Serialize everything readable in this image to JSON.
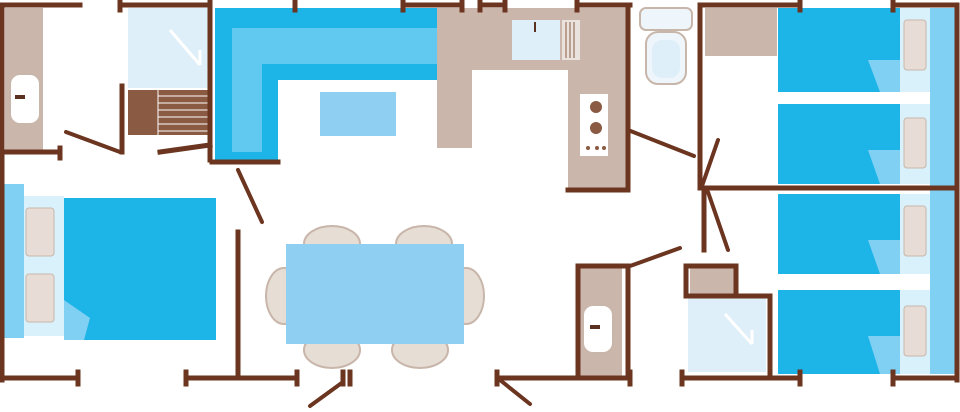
{
  "colors": {
    "wall": "#6b3520",
    "bed": "#1db4e8",
    "bedFold": "#7fd0f2",
    "bedsheet": "#d9f1fb",
    "pillow": "#e7ddd6",
    "pillowEdge": "#c9b6aa",
    "counter": "#cbb6ab",
    "table": "#8ecff2",
    "chair": "#e6ddd5",
    "chairEdge": "#c9b6aa",
    "shower": "#dfeff9",
    "toilet": "#eef6fb",
    "stairs": "#8a5a42",
    "floor": "#ffffff"
  },
  "rooms": [
    "master-bedroom",
    "living-dining",
    "kitchen",
    "bathroom-left",
    "shower-left",
    "wc",
    "twin-bedroom-top",
    "twin-bedroom-bottom",
    "bathroom-right",
    "shower-right"
  ],
  "icons": [
    "bed-icon",
    "sofa-icon",
    "dining-table-icon",
    "chair-icon",
    "sink-icon",
    "stove-icon",
    "toilet-icon",
    "shower-icon",
    "stairs-icon"
  ]
}
